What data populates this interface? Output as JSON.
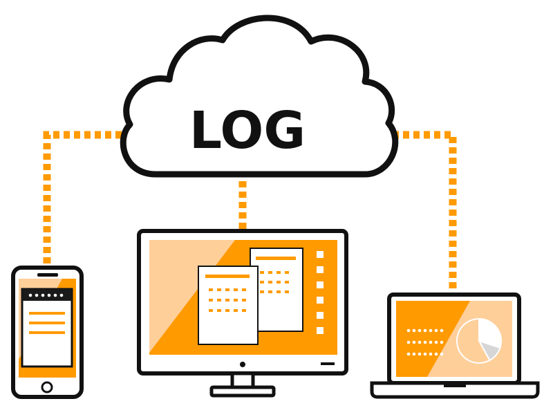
{
  "cloud": {
    "label": "LOG"
  },
  "colors": {
    "outline": "#111111",
    "orange": "#ff9a00",
    "light_orange": "#ffcf9a",
    "white": "#ffffff",
    "grey": "#d6d6d6"
  },
  "icons": [
    "cloud-icon",
    "smartphone-icon",
    "desktop-monitor-icon",
    "laptop-icon",
    "pie-chart-icon",
    "document-icon"
  ],
  "pie_chart": {
    "slices": [
      0.3,
      0.12,
      0.58
    ]
  }
}
